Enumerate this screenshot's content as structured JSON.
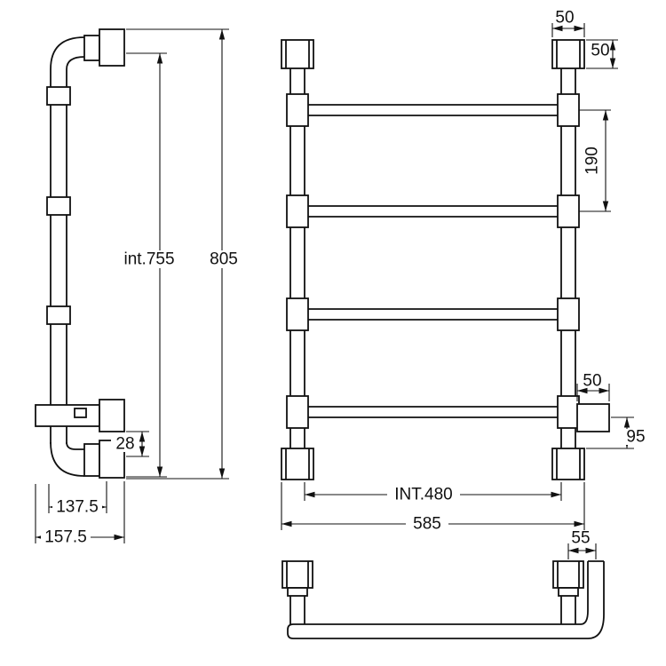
{
  "side_view": {
    "internal_height": "int.755",
    "overall_height": "805",
    "elbow_offset": "28",
    "depth_inner": "137.5",
    "depth_overall": "157.5"
  },
  "front_view": {
    "cap_width": "50",
    "cap_height": "50",
    "rail_pitch": "190",
    "outlet_width": "50",
    "outlet_height": "95",
    "internal_width": "INT.480",
    "overall_width": "585"
  },
  "bottom_view": {
    "outlet_offset": "55"
  }
}
